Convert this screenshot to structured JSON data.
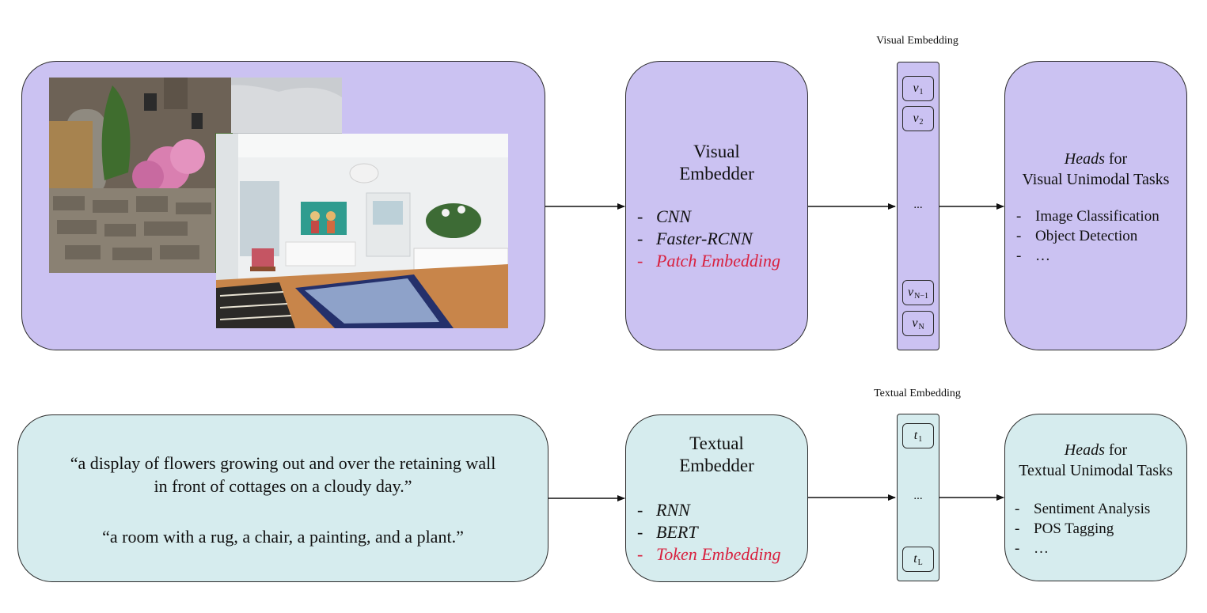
{
  "visual": {
    "embedder": {
      "title_line1": "Visual",
      "title_line2": "Embedder",
      "items": [
        {
          "dash": "-",
          "text": "CNN"
        },
        {
          "dash": "-",
          "text": "Faster-RCNN"
        },
        {
          "dash": "-",
          "text": "Patch Embedding"
        }
      ]
    },
    "embedding": {
      "label": "Visual Embedding",
      "tokens": [
        {
          "base": "v",
          "sub": "1"
        },
        {
          "base": "v",
          "sub": "2"
        },
        {
          "base": "v",
          "sub": "N−1"
        },
        {
          "base": "v",
          "sub": "N"
        }
      ],
      "ellipsis": "..."
    },
    "heads": {
      "title_word": "Heads",
      "title_rest": " for",
      "title_line2": "Visual Unimodal Tasks",
      "items": [
        {
          "dash": "-",
          "text": "Image Classification"
        },
        {
          "dash": "-",
          "text": "Object Detection"
        },
        {
          "dash": "-",
          "text": "…"
        }
      ]
    }
  },
  "textual": {
    "captions": {
      "caption1_line1": "“a display of flowers growing out and over the retaining wall",
      "caption1_line2": "in front of cottages on a cloudy day.”",
      "caption2": "“a room with a rug, a chair, a painting, and a plant.”"
    },
    "embedder": {
      "title_line1": "Textual",
      "title_line2": "Embedder",
      "items": [
        {
          "dash": "-",
          "text": "RNN"
        },
        {
          "dash": "-",
          "text": "BERT"
        },
        {
          "dash": "-",
          "text": "Token Embedding"
        }
      ]
    },
    "embedding": {
      "label": "Textual Embedding",
      "tokens": [
        {
          "base": "t",
          "sub": "1"
        },
        {
          "base": "t",
          "sub": "L"
        }
      ],
      "ellipsis": "..."
    },
    "heads": {
      "title_word": "Heads",
      "title_rest": " for",
      "title_line2": "Textual Unimodal Tasks",
      "items": [
        {
          "dash": "-",
          "text": "Sentiment Analysis"
        },
        {
          "dash": "-",
          "text": "POS Tagging"
        },
        {
          "dash": "-",
          "text": "…"
        }
      ]
    }
  },
  "colors": {
    "visual_fill": "#cbc2f2",
    "textual_fill": "#d6ecee",
    "highlight": "#d8213f"
  },
  "icons": {
    "photo_1": "cottage-flowers-photo",
    "photo_2": "living-room-photo"
  }
}
